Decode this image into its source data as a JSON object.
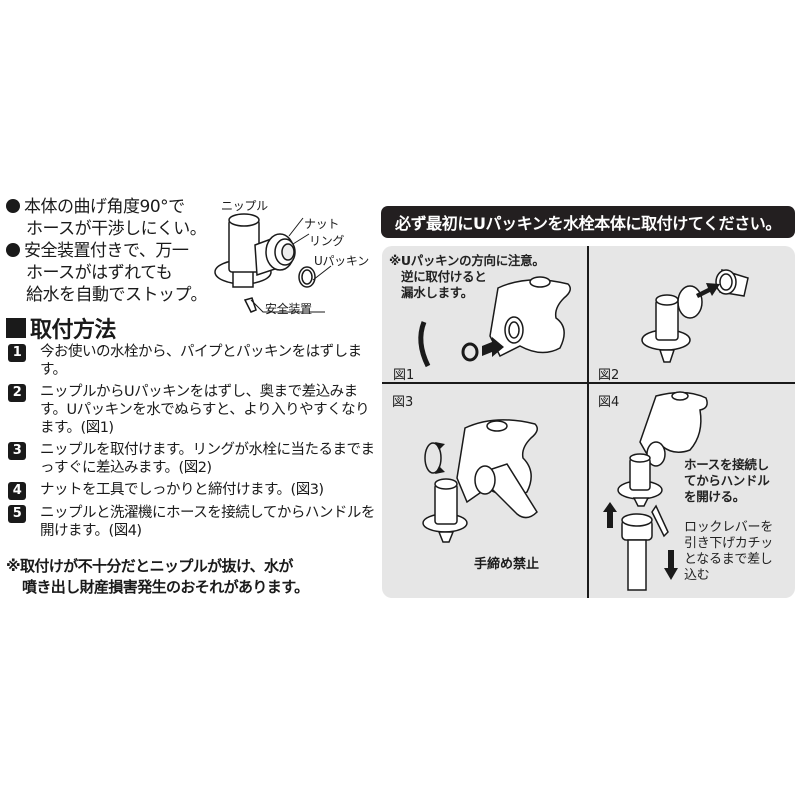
{
  "features": {
    "line1": "本体の曲げ角度90°で",
    "line2": "ホースが干渉しにくい。",
    "line3": "安全装置付きで、万一",
    "line4": "ホースがはずれても",
    "line5": "給水を自動でストップ。"
  },
  "diagram_labels": {
    "nipple": "ニップル",
    "nut": "ナット",
    "ring": "リング",
    "u_packing": "Uパッキン",
    "safety_device": "安全装置"
  },
  "section": {
    "title": "取付方法"
  },
  "steps": [
    {
      "num": "1",
      "text": "今お使いの水栓から、パイプとパッキンをはずします。"
    },
    {
      "num": "2",
      "text": "ニップルからUパッキンをはずし、奥まで差込みます。Uパッキンを水でぬらすと、より入りやすくなります。(図1)"
    },
    {
      "num": "3",
      "text": "ニップルを取付けます。リングが水栓に当たるまでまっすぐに差込みます。(図2)"
    },
    {
      "num": "4",
      "text": "ナットを工具でしっかりと締付けます。(図3)"
    },
    {
      "num": "5",
      "text": "ニップルと洗濯機にホースを接続してからハンドルを開けます。(図4)"
    }
  ],
  "warning": {
    "line1": "※取付けが不十分だとニップルが抜け、水が",
    "line2": "噴き出し財産損害発生のおそれがあります。"
  },
  "banner": {
    "text": "必ず最初にUパッキンを水栓本体に取付けてください。"
  },
  "figures": {
    "fig1": {
      "label": "図1",
      "note_l1": "※Uパッキンの方向に注意。",
      "note_l2": "逆に取付けると",
      "note_l3": "漏水します。"
    },
    "fig2": {
      "label": "図2"
    },
    "fig3": {
      "label": "図3",
      "caption": "手締め禁止"
    },
    "fig4": {
      "label": "図4",
      "note1_l1": "ホースを接続し",
      "note1_l2": "てからハンドル",
      "note1_l3": "を開ける。",
      "note2_l1": "ロックレバーを",
      "note2_l2": "引き下げカチッ",
      "note2_l3": "となるまで差し",
      "note2_l4": "込む"
    }
  },
  "colors": {
    "ink": "#1a1a1a",
    "banner_bg": "#231f20",
    "panel_bg": "#e6e6e6"
  }
}
